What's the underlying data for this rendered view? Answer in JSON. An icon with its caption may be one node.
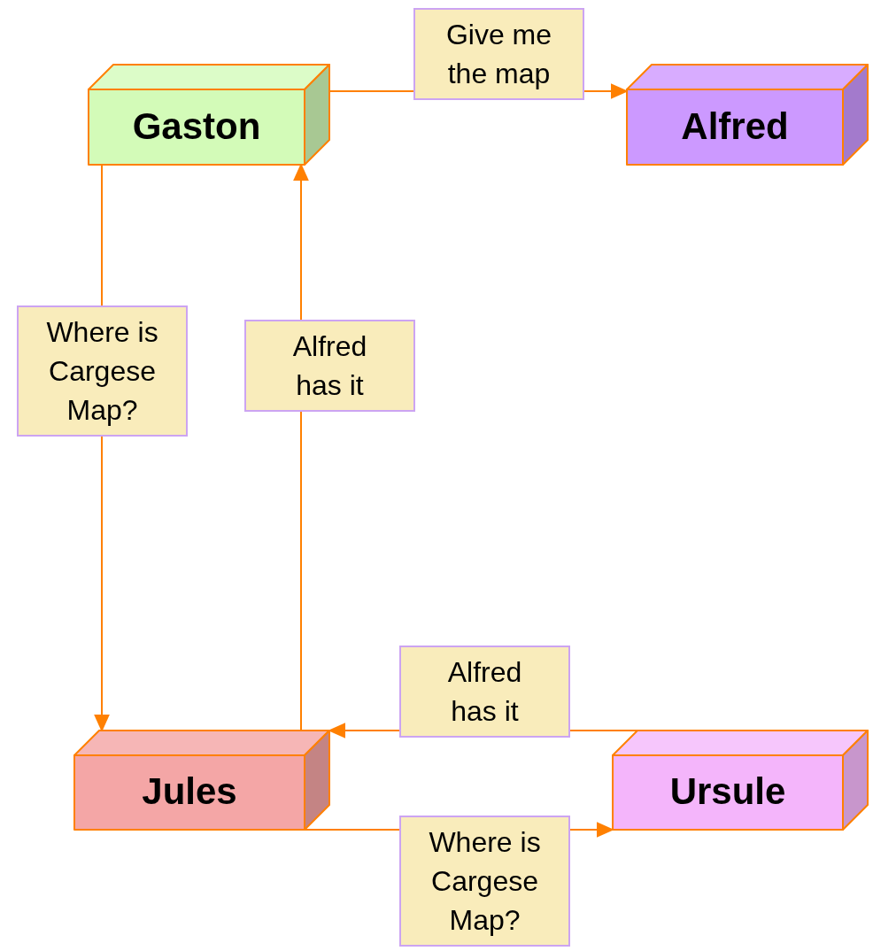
{
  "diagram": {
    "nodes": [
      {
        "text": [
          "Gaston"
        ]
      },
      {
        "text": [
          "Alfred"
        ]
      },
      {
        "text": [
          "Jules"
        ]
      },
      {
        "text": [
          "Ursule"
        ]
      }
    ],
    "edges": [
      {
        "from": 0,
        "to": 1,
        "arrow": "to",
        "label": "Give me the map"
      },
      {
        "from": 0,
        "to": 2,
        "arrow": "to",
        "label": "Where is Cargese Map?"
      },
      {
        "from": 2,
        "to": 0,
        "arrow": "to",
        "label": "Alfred has it"
      },
      {
        "from": 3,
        "to": 2,
        "arrow": "to",
        "label": "Alfred has it"
      },
      {
        "from": 2,
        "to": 3,
        "arrow": "to",
        "label": "Where is Cargese Map?"
      }
    ]
  }
}
